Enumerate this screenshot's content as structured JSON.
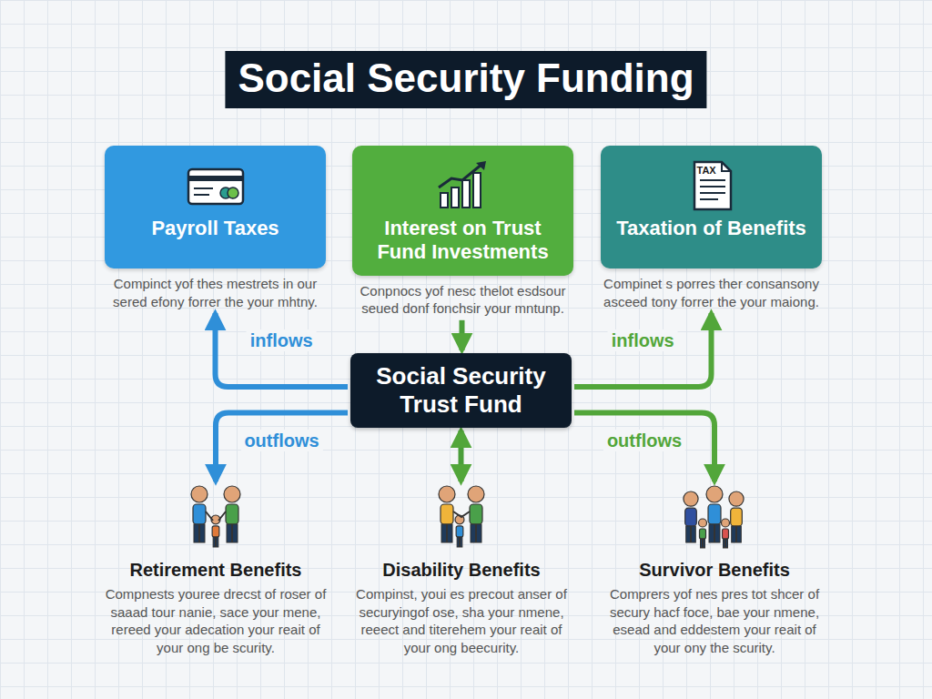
{
  "diagram": {
    "title": "Social Security Funding",
    "nodes": [
      {
        "text": [
          "Payroll Taxes",
          "Compinct yof thes mestrets in our sered efony forrer the your mhtny."
        ]
      },
      {
        "text": [
          "Interest on Trust Fund Investments",
          "Conpnocs yof nesc thelot esdsour seued donf fonchsir your mntunp."
        ]
      },
      {
        "text": [
          "Taxation of Benefits",
          "Compinet s porres ther consansony asceed tony forrer the your maiong."
        ]
      },
      {
        "text": [
          "Social Security Trust Fund"
        ]
      },
      {
        "text": [
          "Retirement Benefits",
          "Compnests youree drecst of roser of saaad tour nanie, sace your mene, rereed your adecation your reait of your ong be scurity."
        ]
      },
      {
        "text": [
          "Disability Benefits",
          "Compinst, youi es precout anser of securyingof ose, sha your nmene, reeect and titerehem your reait of your ong beecurity."
        ]
      },
      {
        "text": [
          "Survivor Benefits",
          "Comprers yof nes pres tot shcer of secury hacf foce, bae your nmene, esead and eddestem your reait of your ony the scurity."
        ]
      }
    ],
    "edges": [
      {
        "from": 3,
        "to": 0,
        "arrow": "to",
        "label": "inflows"
      },
      {
        "from": 1,
        "to": 3,
        "arrow": "to"
      },
      {
        "from": 3,
        "to": 2,
        "arrow": "to",
        "label": "inflows"
      },
      {
        "from": 3,
        "to": 4,
        "arrow": "to",
        "label": "outflows"
      },
      {
        "from": 3,
        "to": 5,
        "arrow": "both"
      },
      {
        "from": 3,
        "to": 6,
        "arrow": "to",
        "label": "outflows"
      }
    ],
    "labels": [
      "TAX"
    ]
  }
}
